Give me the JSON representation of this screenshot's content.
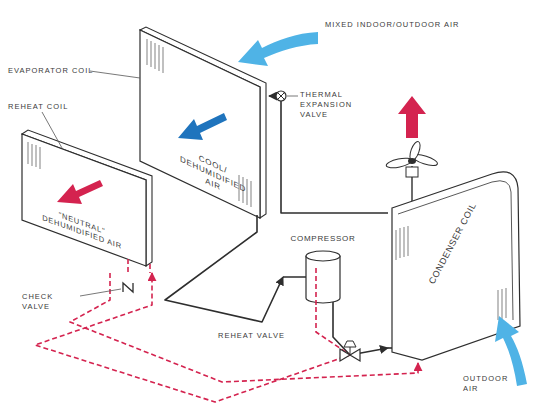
{
  "diagram": {
    "nodes": [
      {
        "text": [
          "COOL/ DEHUMIDIFIED AIR"
        ]
      },
      {
        "text": [
          "\"NEUTRAL\" DEHUMIDIFIED AIR"
        ]
      },
      {
        "text": [
          "COMPRESSOR"
        ]
      },
      {
        "text": [
          "CONDENSER COIL"
        ]
      }
    ],
    "edges": [
      {
        "from": 0,
        "to": 2,
        "arrow": "to"
      },
      {
        "from": 2,
        "to": 3,
        "arrow": "to"
      },
      {
        "from": 3,
        "to": 0,
        "arrow": "to"
      },
      {
        "from": 2,
        "to": 1,
        "arrow": "to"
      },
      {
        "from": 1,
        "to": 3,
        "arrow": "to"
      }
    ],
    "labels": [
      "MIXED INDOOR/OUTDOOR AIR",
      "EVAPORATOR COIL",
      "THERMAL EXPANSION VALVE",
      "REHEAT COIL",
      "CHECK VALVE",
      "REHEAT VALVE",
      "OUTDOOR AIR"
    ]
  }
}
